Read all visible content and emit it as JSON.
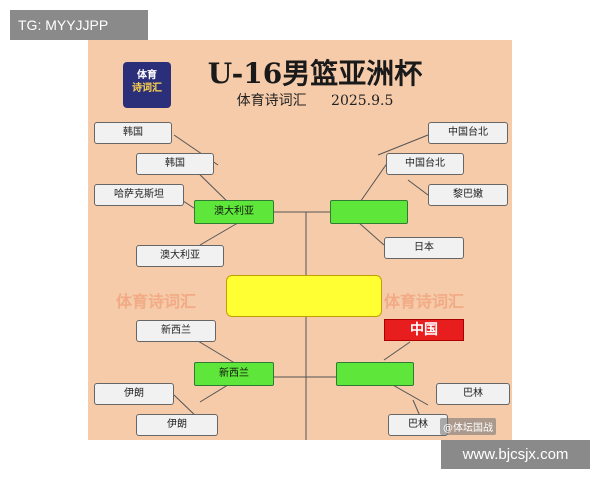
{
  "corner_label": "TG: MYYJJPP",
  "site_label": "www.bjcsjx.com",
  "poster": {
    "title": "U-16男篮亚洲杯",
    "subtitle_left": "体育诗词汇",
    "subtitle_right": "2025.9.5",
    "logo_line1": "体育",
    "logo_line2": "诗词汇",
    "watermark_left": "体育诗词汇",
    "watermark_right": "体育诗词汇",
    "credit": "@体坛国战",
    "left_top": {
      "r1": [
        "韩国",
        "韩国",
        "哈萨克斯坦",
        "澳大利亚"
      ],
      "r2": [
        "韩国",
        "澳大利亚"
      ],
      "winner": "澳大利亚"
    },
    "right_top": {
      "r1": [
        "中国台北",
        "中国台北",
        "黎巴嫩",
        "日本"
      ],
      "winner": ""
    },
    "left_bottom": {
      "r1": [
        "新西兰",
        "伊朗",
        "伊朗"
      ],
      "winner": "新西兰"
    },
    "right_bottom": {
      "r1": [
        "巴林",
        "巴林"
      ],
      "china": "中国",
      "winner": ""
    },
    "final": ""
  }
}
